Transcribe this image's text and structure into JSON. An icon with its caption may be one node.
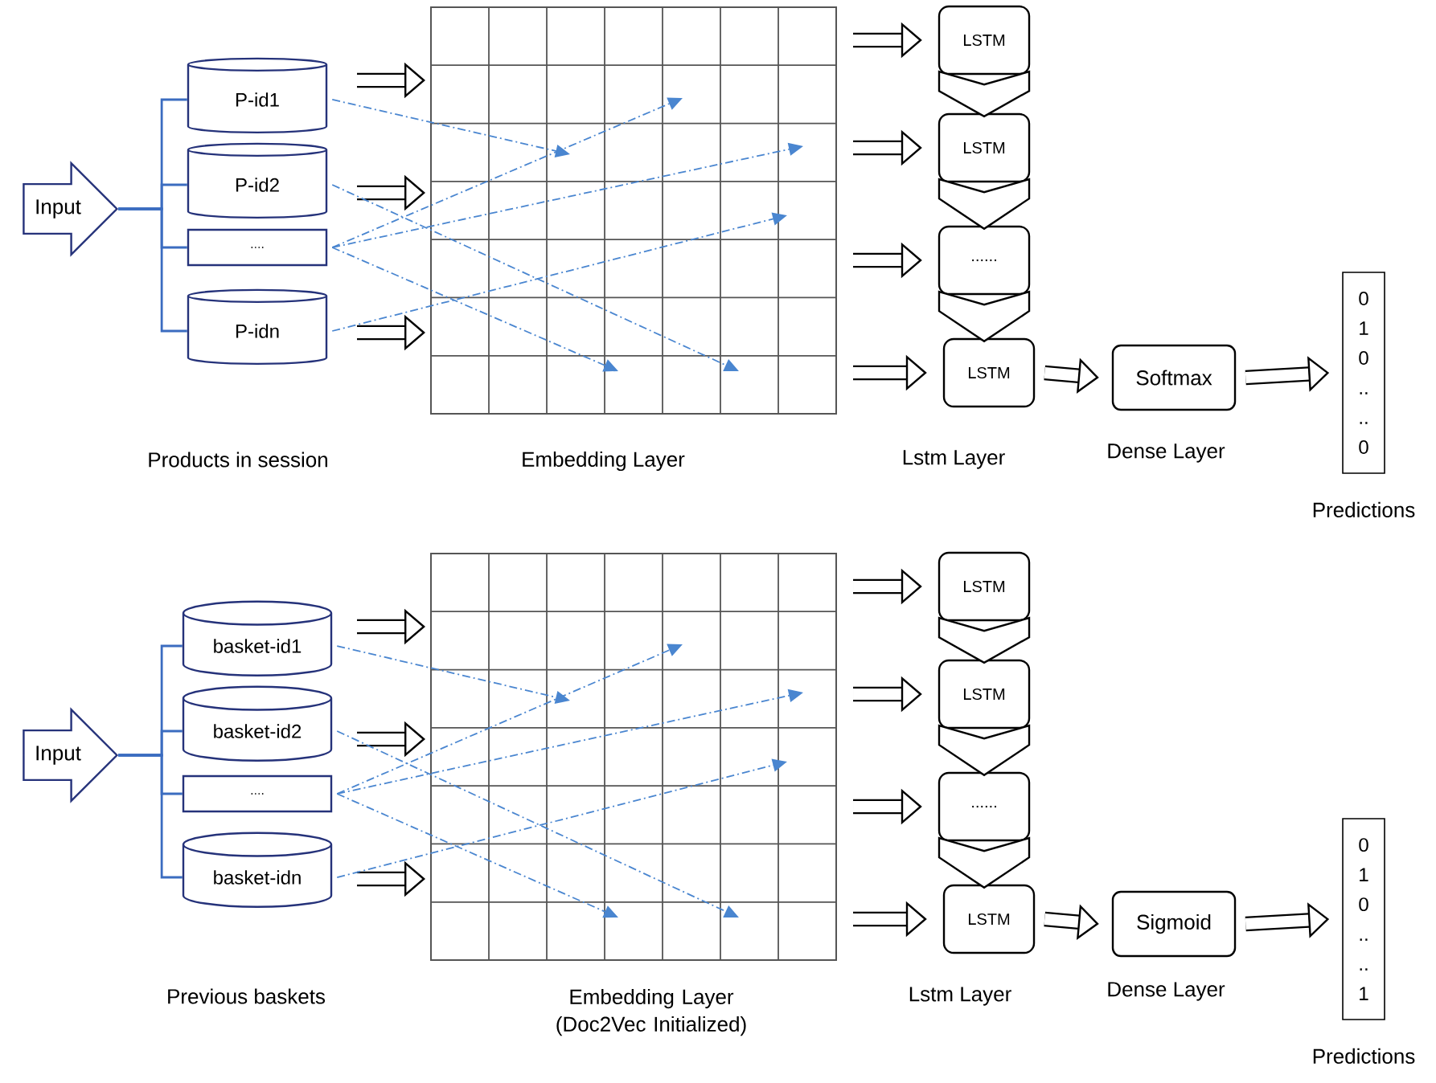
{
  "diagram": {
    "nodes": [
      {
        "text": [
          "Input"
        ]
      },
      {
        "text": [
          "P-id1"
        ]
      },
      {
        "text": [
          "P-id2"
        ]
      },
      {
        "text": [
          "...."
        ]
      },
      {
        "text": [
          "P-idn"
        ]
      },
      {
        "text": [],
        "shape": "grid"
      },
      {
        "text": [
          "LSTM"
        ]
      },
      {
        "text": [
          "LSTM"
        ]
      },
      {
        "text": [
          "......"
        ]
      },
      {
        "text": [
          "LSTM"
        ]
      },
      {
        "text": [
          "Softmax"
        ]
      },
      {
        "text": [
          "0 1 0 .. .. 0"
        ],
        "beside": [
          "Predictions"
        ]
      },
      {
        "text": [
          "Input"
        ]
      },
      {
        "text": [
          "basket-id1"
        ]
      },
      {
        "text": [
          "basket-id2"
        ]
      },
      {
        "text": [
          "...."
        ]
      },
      {
        "text": [
          "basket-idn"
        ]
      },
      {
        "text": [],
        "shape": "grid"
      },
      {
        "text": [
          "LSTM"
        ]
      },
      {
        "text": [
          "LSTM"
        ]
      },
      {
        "text": [
          "......"
        ]
      },
      {
        "text": [
          "LSTM"
        ]
      },
      {
        "text": [
          "Sigmoid"
        ]
      },
      {
        "text": [
          "0 1 0 .. .. 1"
        ],
        "beside": [
          "Predictions"
        ]
      }
    ],
    "edges": [
      {
        "from": 0,
        "to": 1,
        "arrow": "none",
        "color": "#3b6cc0"
      },
      {
        "from": 0,
        "to": 2,
        "arrow": "none",
        "color": "#3b6cc0"
      },
      {
        "from": 0,
        "to": 3,
        "arrow": "none",
        "color": "#3b6cc0"
      },
      {
        "from": 0,
        "to": 4,
        "arrow": "none",
        "color": "#3b6cc0"
      },
      {
        "from": null,
        "to": 5,
        "arrow": "to",
        "style": "thick"
      },
      {
        "from": null,
        "to": 5,
        "arrow": "to",
        "style": "thick"
      },
      {
        "from": null,
        "to": 5,
        "arrow": "to",
        "style": "thick"
      },
      {
        "from": 5,
        "to": 6,
        "arrow": "to",
        "style": "thick"
      },
      {
        "from": 5,
        "to": 7,
        "arrow": "to",
        "style": "thick"
      },
      {
        "from": 5,
        "to": 8,
        "arrow": "to",
        "style": "thick"
      },
      {
        "from": 5,
        "to": 9,
        "arrow": "to",
        "style": "thick"
      },
      {
        "from": 6,
        "to": 7,
        "arrow": "to"
      },
      {
        "from": 7,
        "to": 8,
        "arrow": "to"
      },
      {
        "from": 8,
        "to": 9,
        "arrow": "to"
      },
      {
        "from": 9,
        "to": 10,
        "arrow": "to",
        "style": "thick"
      },
      {
        "from": 10,
        "to": 11,
        "arrow": "to",
        "style": "thick"
      },
      {
        "from": 1,
        "to": 5,
        "arrow": "to",
        "style": "dashed",
        "color": "#4a86d0"
      },
      {
        "from": 3,
        "to": 5,
        "arrow": "to",
        "style": "dashed",
        "color": "#4a86d0"
      },
      {
        "from": 3,
        "to": 5,
        "arrow": "to",
        "style": "dashed",
        "color": "#4a86d0"
      },
      {
        "from": 4,
        "to": 5,
        "arrow": "to",
        "style": "dashed",
        "color": "#4a86d0"
      },
      {
        "from": 3,
        "to": 5,
        "arrow": "to",
        "style": "dashed",
        "color": "#4a86d0"
      },
      {
        "from": 2,
        "to": 5,
        "arrow": "to",
        "style": "dashed",
        "color": "#4a86d0"
      },
      {
        "from": 12,
        "to": 13,
        "arrow": "none",
        "color": "#3b6cc0"
      },
      {
        "from": 12,
        "to": 14,
        "arrow": "none",
        "color": "#3b6cc0"
      },
      {
        "from": 12,
        "to": 15,
        "arrow": "none",
        "color": "#3b6cc0"
      },
      {
        "from": 12,
        "to": 16,
        "arrow": "none",
        "color": "#3b6cc0"
      },
      {
        "from": null,
        "to": 17,
        "arrow": "to",
        "style": "thick"
      },
      {
        "from": null,
        "to": 17,
        "arrow": "to",
        "style": "thick"
      },
      {
        "from": null,
        "to": 17,
        "arrow": "to",
        "style": "thick"
      },
      {
        "from": 17,
        "to": 18,
        "arrow": "to",
        "style": "thick"
      },
      {
        "from": 17,
        "to": 19,
        "arrow": "to",
        "style": "thick"
      },
      {
        "from": 17,
        "to": 20,
        "arrow": "to",
        "style": "thick"
      },
      {
        "from": 17,
        "to": 21,
        "arrow": "to",
        "style": "thick"
      },
      {
        "from": 18,
        "to": 19,
        "arrow": "to"
      },
      {
        "from": 19,
        "to": 20,
        "arrow": "to"
      },
      {
        "from": 20,
        "to": 21,
        "arrow": "to"
      },
      {
        "from": 21,
        "to": 22,
        "arrow": "to",
        "style": "thick"
      },
      {
        "from": 22,
        "to": 23,
        "arrow": "to",
        "style": "thick"
      },
      {
        "from": 13,
        "to": 17,
        "arrow": "to",
        "style": "dashed",
        "color": "#4a86d0"
      },
      {
        "from": 15,
        "to": 17,
        "arrow": "to",
        "style": "dashed",
        "color": "#4a86d0"
      },
      {
        "from": 15,
        "to": 17,
        "arrow": "to",
        "style": "dashed",
        "color": "#4a86d0"
      },
      {
        "from": 16,
        "to": 17,
        "arrow": "to",
        "style": "dashed",
        "color": "#4a86d0"
      },
      {
        "from": 15,
        "to": 17,
        "arrow": "to",
        "style": "dashed",
        "color": "#4a86d0"
      },
      {
        "from": 14,
        "to": 17,
        "arrow": "to",
        "style": "dashed",
        "color": "#4a86d0"
      }
    ],
    "labels": [
      "Products in session",
      "Embedding Layer",
      "Lstm Layer",
      "Dense Layer",
      "Previous baskets",
      "Embedding Layer (Doc2Vec Initialized)",
      "Lstm Layer",
      "Dense Layer"
    ]
  }
}
